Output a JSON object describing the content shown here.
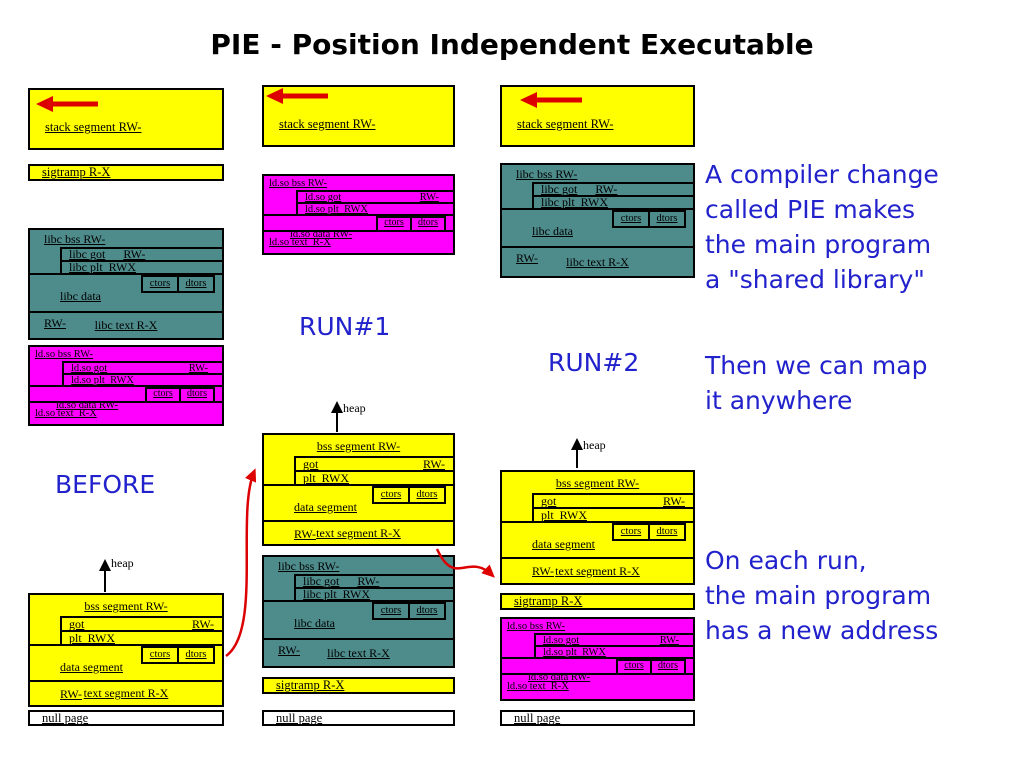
{
  "title": "PIE - Position Independent Executable",
  "labels": {
    "before": "BEFORE",
    "run1": "RUN#1",
    "run2": "RUN#2",
    "heap": "heap"
  },
  "segments": {
    "stack": "stack segment RW-",
    "sigtramp": "sigtramp R-X",
    "null_page": "null page",
    "main": {
      "bss": "bss segment RW-",
      "got": "got",
      "got_perm": "RW-",
      "plt": "plt  RWX",
      "data": "data segment",
      "data_perm": "RW-",
      "ctors": "ctors",
      "dtors": "dtors",
      "text": "text segment R-X"
    },
    "libc": {
      "bss": "libc bss RW-",
      "got": "libc got",
      "got_perm": "RW-",
      "plt": "libc plt  RWX",
      "data": "libc data",
      "data_perm": "RW-",
      "ctors": "ctors",
      "dtors": "dtors",
      "text": "libc text R-X"
    },
    "ldso": {
      "bss": "ld.so bss RW-",
      "got": "ld.so got",
      "got_perm": "RW-",
      "plt": "ld.so plt  RWX",
      "data": "ld.so data RW-",
      "ctors": "ctors",
      "dtors": "dtors",
      "text": "ld.so text  R-X"
    }
  },
  "annotations": {
    "compiler": [
      "A compiler change",
      "called PIE makes",
      "the main program",
      "a \"shared library\""
    ],
    "map": [
      "Then we can map",
      "it anywhere"
    ],
    "address": [
      "On each run,",
      "the main program",
      "has a new address"
    ]
  },
  "colors": {
    "yellow": "#ffff00",
    "magenta": "#ff00ff",
    "teal": "#4e8b8b",
    "annotation_blue": "#2222cc",
    "arrow_red": "#dd0000"
  }
}
